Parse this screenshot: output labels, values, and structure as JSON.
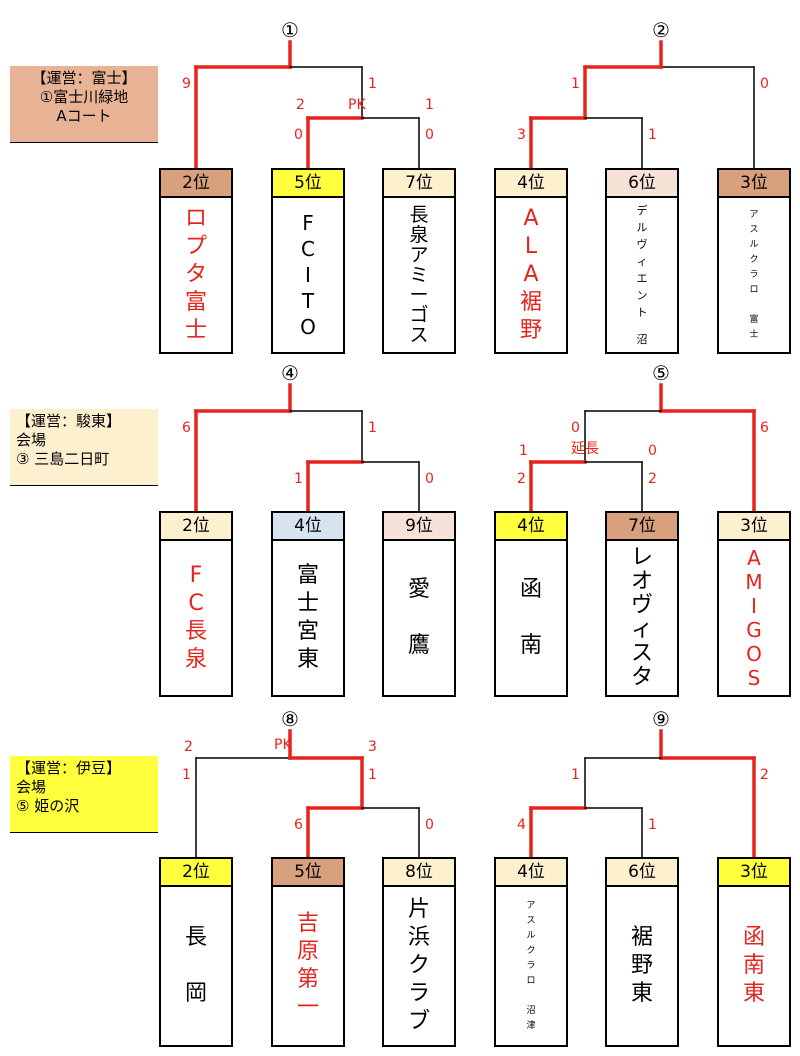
{
  "colors": {
    "win_line": "#e8231e",
    "lose_line": "#000000",
    "win_text": "#e8231e",
    "rank_orange": "#d9a07e",
    "rank_yellow": "#ffff3d",
    "rank_cream": "#fdf0cf",
    "rank_pink": "#f7e2d7",
    "rank_blue": "#d8e3f1",
    "venue_orange": "#e8b394",
    "venue_cream": "#fdf0cf",
    "venue_yellow": "#ffff3d"
  },
  "venues": [
    {
      "lines": [
        "【運営：富士】",
        "①富士川緑地",
        "Aコート"
      ],
      "bg": "#e8b394",
      "center": true
    },
    {
      "lines": [
        "【運営：駿東】",
        "会場",
        "③  三島二日町"
      ],
      "bg": "#fdf0cf",
      "center": false
    },
    {
      "lines": [
        "【運営：伊豆】",
        "会場",
        "⑤    姫の沢"
      ],
      "bg": "#ffff3d",
      "center": false
    }
  ],
  "matches": [
    {
      "num": "①",
      "label": "PK",
      "scores": [
        {
          "t": "9",
          "pos": "a"
        },
        {
          "t": "1",
          "pos": "b"
        },
        {
          "t": "2",
          "pos": "c"
        },
        {
          "t": "1",
          "pos": "d"
        },
        {
          "t": "0",
          "pos": "e"
        },
        {
          "t": "0",
          "pos": "f"
        }
      ]
    },
    {
      "num": "②",
      "label": "",
      "scores": [
        {
          "t": "1",
          "pos": "a"
        },
        {
          "t": "0",
          "pos": "b"
        },
        {
          "t": "3",
          "pos": "e"
        },
        {
          "t": "1",
          "pos": "f"
        }
      ]
    },
    {
      "num": "④",
      "label": "",
      "scores": [
        {
          "t": "6",
          "pos": "a"
        },
        {
          "t": "1",
          "pos": "b"
        },
        {
          "t": "1",
          "pos": "e"
        },
        {
          "t": "0",
          "pos": "f"
        }
      ]
    },
    {
      "num": "⑤",
      "label": "延長",
      "scores": [
        {
          "t": "0",
          "pos": "a"
        },
        {
          "t": "6",
          "pos": "b"
        },
        {
          "t": "1",
          "pos": "c"
        },
        {
          "t": "0",
          "pos": "d"
        },
        {
          "t": "2",
          "pos": "e"
        },
        {
          "t": "2",
          "pos": "f"
        }
      ]
    },
    {
      "num": "⑧",
      "label": "PK",
      "scores": [
        {
          "t": "2",
          "pos": "c2"
        },
        {
          "t": "3",
          "pos": "d2"
        },
        {
          "t": "1",
          "pos": "a"
        },
        {
          "t": "1",
          "pos": "b"
        },
        {
          "t": "6",
          "pos": "e"
        },
        {
          "t": "0",
          "pos": "f"
        }
      ]
    },
    {
      "num": "⑨",
      "label": "",
      "scores": [
        {
          "t": "1",
          "pos": "a"
        },
        {
          "t": "2",
          "pos": "b"
        },
        {
          "t": "4",
          "pos": "e"
        },
        {
          "t": "1",
          "pos": "f"
        }
      ]
    }
  ],
  "teams": [
    [
      {
        "rank": "2位",
        "rank_bg": "#d9a07e",
        "name": [
          "ロ",
          "プ",
          "タ",
          "富",
          "士"
        ],
        "win": true,
        "size": 22
      },
      {
        "rank": "5位",
        "rank_bg": "#ffff3d",
        "name": [
          "F",
          "C",
          "I",
          "T",
          "O"
        ],
        "win": false,
        "size": 20
      },
      {
        "rank": "7位",
        "rank_bg": "#fdf0cf",
        "name": [
          "長",
          "泉",
          "ア",
          "ミ",
          "ー",
          "ゴ",
          "ス"
        ],
        "win": false,
        "size": 19
      },
      {
        "rank": "4位",
        "rank_bg": "#fdf0cf",
        "name": [
          "A",
          "L",
          "A",
          "裾",
          "野"
        ],
        "win": true,
        "size": 22
      },
      {
        "rank": "6位",
        "rank_bg": "#f7e2d7",
        "name": [
          "デ",
          "ル",
          "ヴ",
          "ィ",
          "エ",
          "ン",
          "ト",
          "",
          "沼"
        ],
        "win": false,
        "size": 11
      },
      {
        "rank": "3位",
        "rank_bg": "#d9a07e",
        "name": [
          "ア",
          "ス",
          "ル",
          "ク",
          "ラ",
          "ロ",
          "",
          "富",
          "士"
        ],
        "win": false,
        "size": 9
      }
    ],
    [
      {
        "rank": "2位",
        "rank_bg": "#fdf0cf",
        "name": [
          "F",
          "C",
          "長",
          "泉"
        ],
        "win": true,
        "size": 22
      },
      {
        "rank": "4位",
        "rank_bg": "#d8e3f1",
        "name": [
          "富",
          "士",
          "宮",
          "東"
        ],
        "win": false,
        "size": 22
      },
      {
        "rank": "9位",
        "rank_bg": "#f7e2d7",
        "name": [
          "愛",
          "",
          "鷹"
        ],
        "win": false,
        "size": 22
      },
      {
        "rank": "4位",
        "rank_bg": "#ffff3d",
        "name": [
          "函",
          "",
          "南"
        ],
        "win": false,
        "size": 22
      },
      {
        "rank": "7位",
        "rank_bg": "#d9a07e",
        "name": [
          "レ",
          "オ",
          "ヴ",
          "ィ",
          "ス",
          "タ"
        ],
        "win": false,
        "size": 22
      },
      {
        "rank": "3位",
        "rank_bg": "#fdf0cf",
        "name": [
          "A",
          "M",
          "I",
          "G",
          "O",
          "S"
        ],
        "win": true,
        "size": 20
      }
    ],
    [
      {
        "rank": "2位",
        "rank_bg": "#ffff3d",
        "name": [
          "長",
          "",
          "岡"
        ],
        "win": false,
        "size": 22
      },
      {
        "rank": "5位",
        "rank_bg": "#d9a07e",
        "name": [
          "吉",
          "原",
          "第",
          "一"
        ],
        "win": true,
        "size": 22
      },
      {
        "rank": "8位",
        "rank_bg": "#fdf0cf",
        "name": [
          "片",
          "浜",
          "ク",
          "ラ",
          "ブ"
        ],
        "win": false,
        "size": 22
      },
      {
        "rank": "4位",
        "rank_bg": "#fdf0cf",
        "name": [
          "ア",
          "ス",
          "ル",
          "ク",
          "ラ",
          "ロ",
          "",
          "沼",
          "津"
        ],
        "win": false,
        "size": 9
      },
      {
        "rank": "6位",
        "rank_bg": "#fdf0cf",
        "name": [
          "裾",
          "野",
          "東"
        ],
        "win": false,
        "size": 22
      },
      {
        "rank": "3位",
        "rank_bg": "#ffff3d",
        "name": [
          "函",
          "南",
          "東"
        ],
        "win": true,
        "size": 22
      }
    ]
  ]
}
